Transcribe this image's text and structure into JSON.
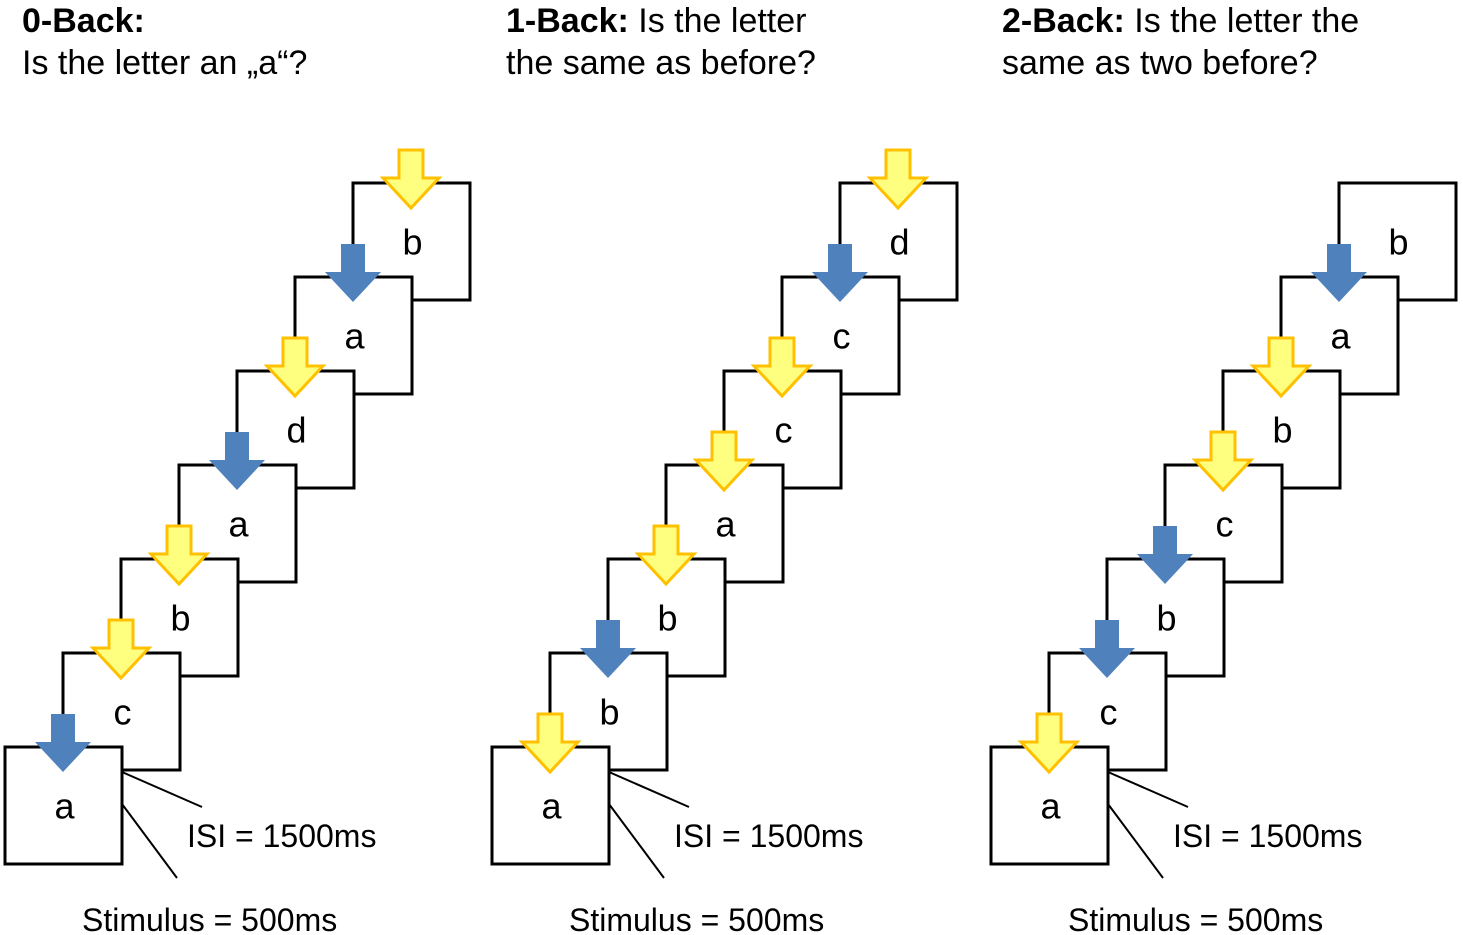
{
  "panels": [
    {
      "name": "0-back",
      "title_bold": "0-Back:",
      "title_line1": "",
      "title_line2": "Is the letter an „a“?",
      "letters": [
        "a",
        "c",
        "b",
        "a",
        "d",
        "a",
        "b"
      ],
      "arrows": [
        "blue",
        "yellow",
        "yellow",
        "blue",
        "yellow",
        "blue",
        "yellow"
      ],
      "isi_label": "ISI = 1500ms",
      "stimulus_label": "Stimulus = 500ms"
    },
    {
      "name": "1-back",
      "title_bold": "1-Back:",
      "title_line1": " Is the letter",
      "title_line2": "the same as before?",
      "letters": [
        "a",
        "b",
        "b",
        "a",
        "c",
        "c",
        "d"
      ],
      "arrows": [
        "yellow",
        "blue",
        "yellow",
        "yellow",
        "yellow",
        "blue",
        "yellow"
      ],
      "isi_label": "ISI = 1500ms",
      "stimulus_label": "Stimulus = 500ms"
    },
    {
      "name": "2-back",
      "title_bold": "2-Back:",
      "title_line1": " Is the letter the",
      "title_line2": "same as two before?",
      "letters": [
        "a",
        "c",
        "b",
        "c",
        "b",
        "a",
        "b"
      ],
      "arrows": [
        "yellow",
        "blue",
        "blue",
        "yellow",
        "yellow",
        "blue",
        "none"
      ],
      "isi_label": "ISI = 1500ms",
      "stimulus_label": "Stimulus = 500ms"
    }
  ],
  "colors": {
    "blue_arrow": "#4f81bd",
    "yellow_fill": "#ffff7f",
    "yellow_stroke": "#ffc000",
    "box_stroke": "#000000"
  }
}
